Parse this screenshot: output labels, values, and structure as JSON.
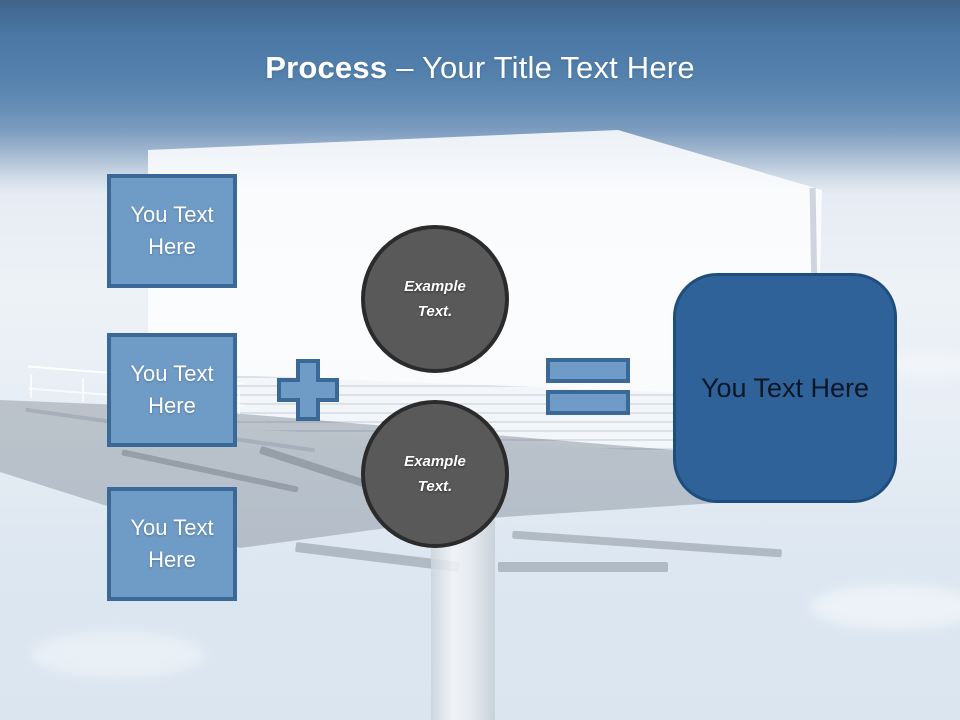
{
  "slide_title": {
    "emphasis": "Process",
    "rest": "– Your Title Text Here"
  },
  "diagram": {
    "input_boxes": [
      {
        "label": "You Text Here"
      },
      {
        "label": "You Text Here"
      },
      {
        "label": "You Text Here"
      }
    ],
    "operators": [
      {
        "name": "plus",
        "symbol": "+"
      },
      {
        "name": "equals",
        "symbol": "="
      }
    ],
    "example_circles": [
      {
        "label": "Example Text."
      },
      {
        "label": "Example Text."
      }
    ],
    "result_box": {
      "label": "You Text Here"
    }
  },
  "colors": {
    "header_blue": "#4a77a3",
    "input_box_fill": "#6f9cc6",
    "input_box_border": "#3a6897",
    "operator_fill": "#6f9cc6",
    "operator_border": "#3a6897",
    "circle_fill": "#595959",
    "circle_border": "#2b2b2b",
    "result_fill": "#30629a",
    "result_border": "#1d4e7d",
    "title_text": "#ffffff",
    "result_text": "#0b1626"
  }
}
